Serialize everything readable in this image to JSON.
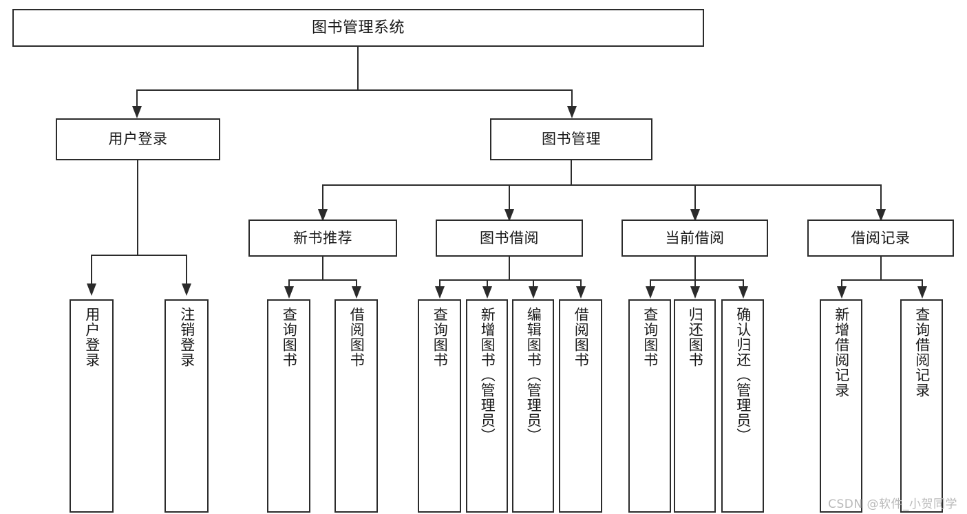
{
  "diagram": {
    "title": "图书管理系统",
    "watermark": "CSDN @软件_小贺同学",
    "stroke_color": "#2b2b2b",
    "fill_color": "#ffffff",
    "background": "#ffffff",
    "watermark_color": "#b9b9b9"
  },
  "root": {
    "label": "图书管理系统"
  },
  "level2": [
    {
      "label": "用户登录"
    },
    {
      "label": "图书管理"
    }
  ],
  "level3": [
    {
      "label": "新书推荐"
    },
    {
      "label": "图书借阅"
    },
    {
      "label": "当前借阅"
    },
    {
      "label": "借阅记录"
    }
  ],
  "leaves": {
    "user_login": [
      {
        "label": "用户登录"
      },
      {
        "label": "注销登录"
      }
    ],
    "new_book": [
      {
        "label": "查询图书"
      },
      {
        "label": "借阅图书"
      }
    ],
    "book_borrow": [
      {
        "label": "查询图书"
      },
      {
        "label": "新增图书（管理员）"
      },
      {
        "label": "编辑图书（管理员）"
      },
      {
        "label": "借阅图书"
      }
    ],
    "current_borrow": [
      {
        "label": "查询图书"
      },
      {
        "label": "归还图书"
      },
      {
        "label": "确认归还（管理员）"
      }
    ],
    "borrow_record": [
      {
        "label": "新增借阅记录"
      },
      {
        "label": "查询借阅记录"
      }
    ]
  }
}
